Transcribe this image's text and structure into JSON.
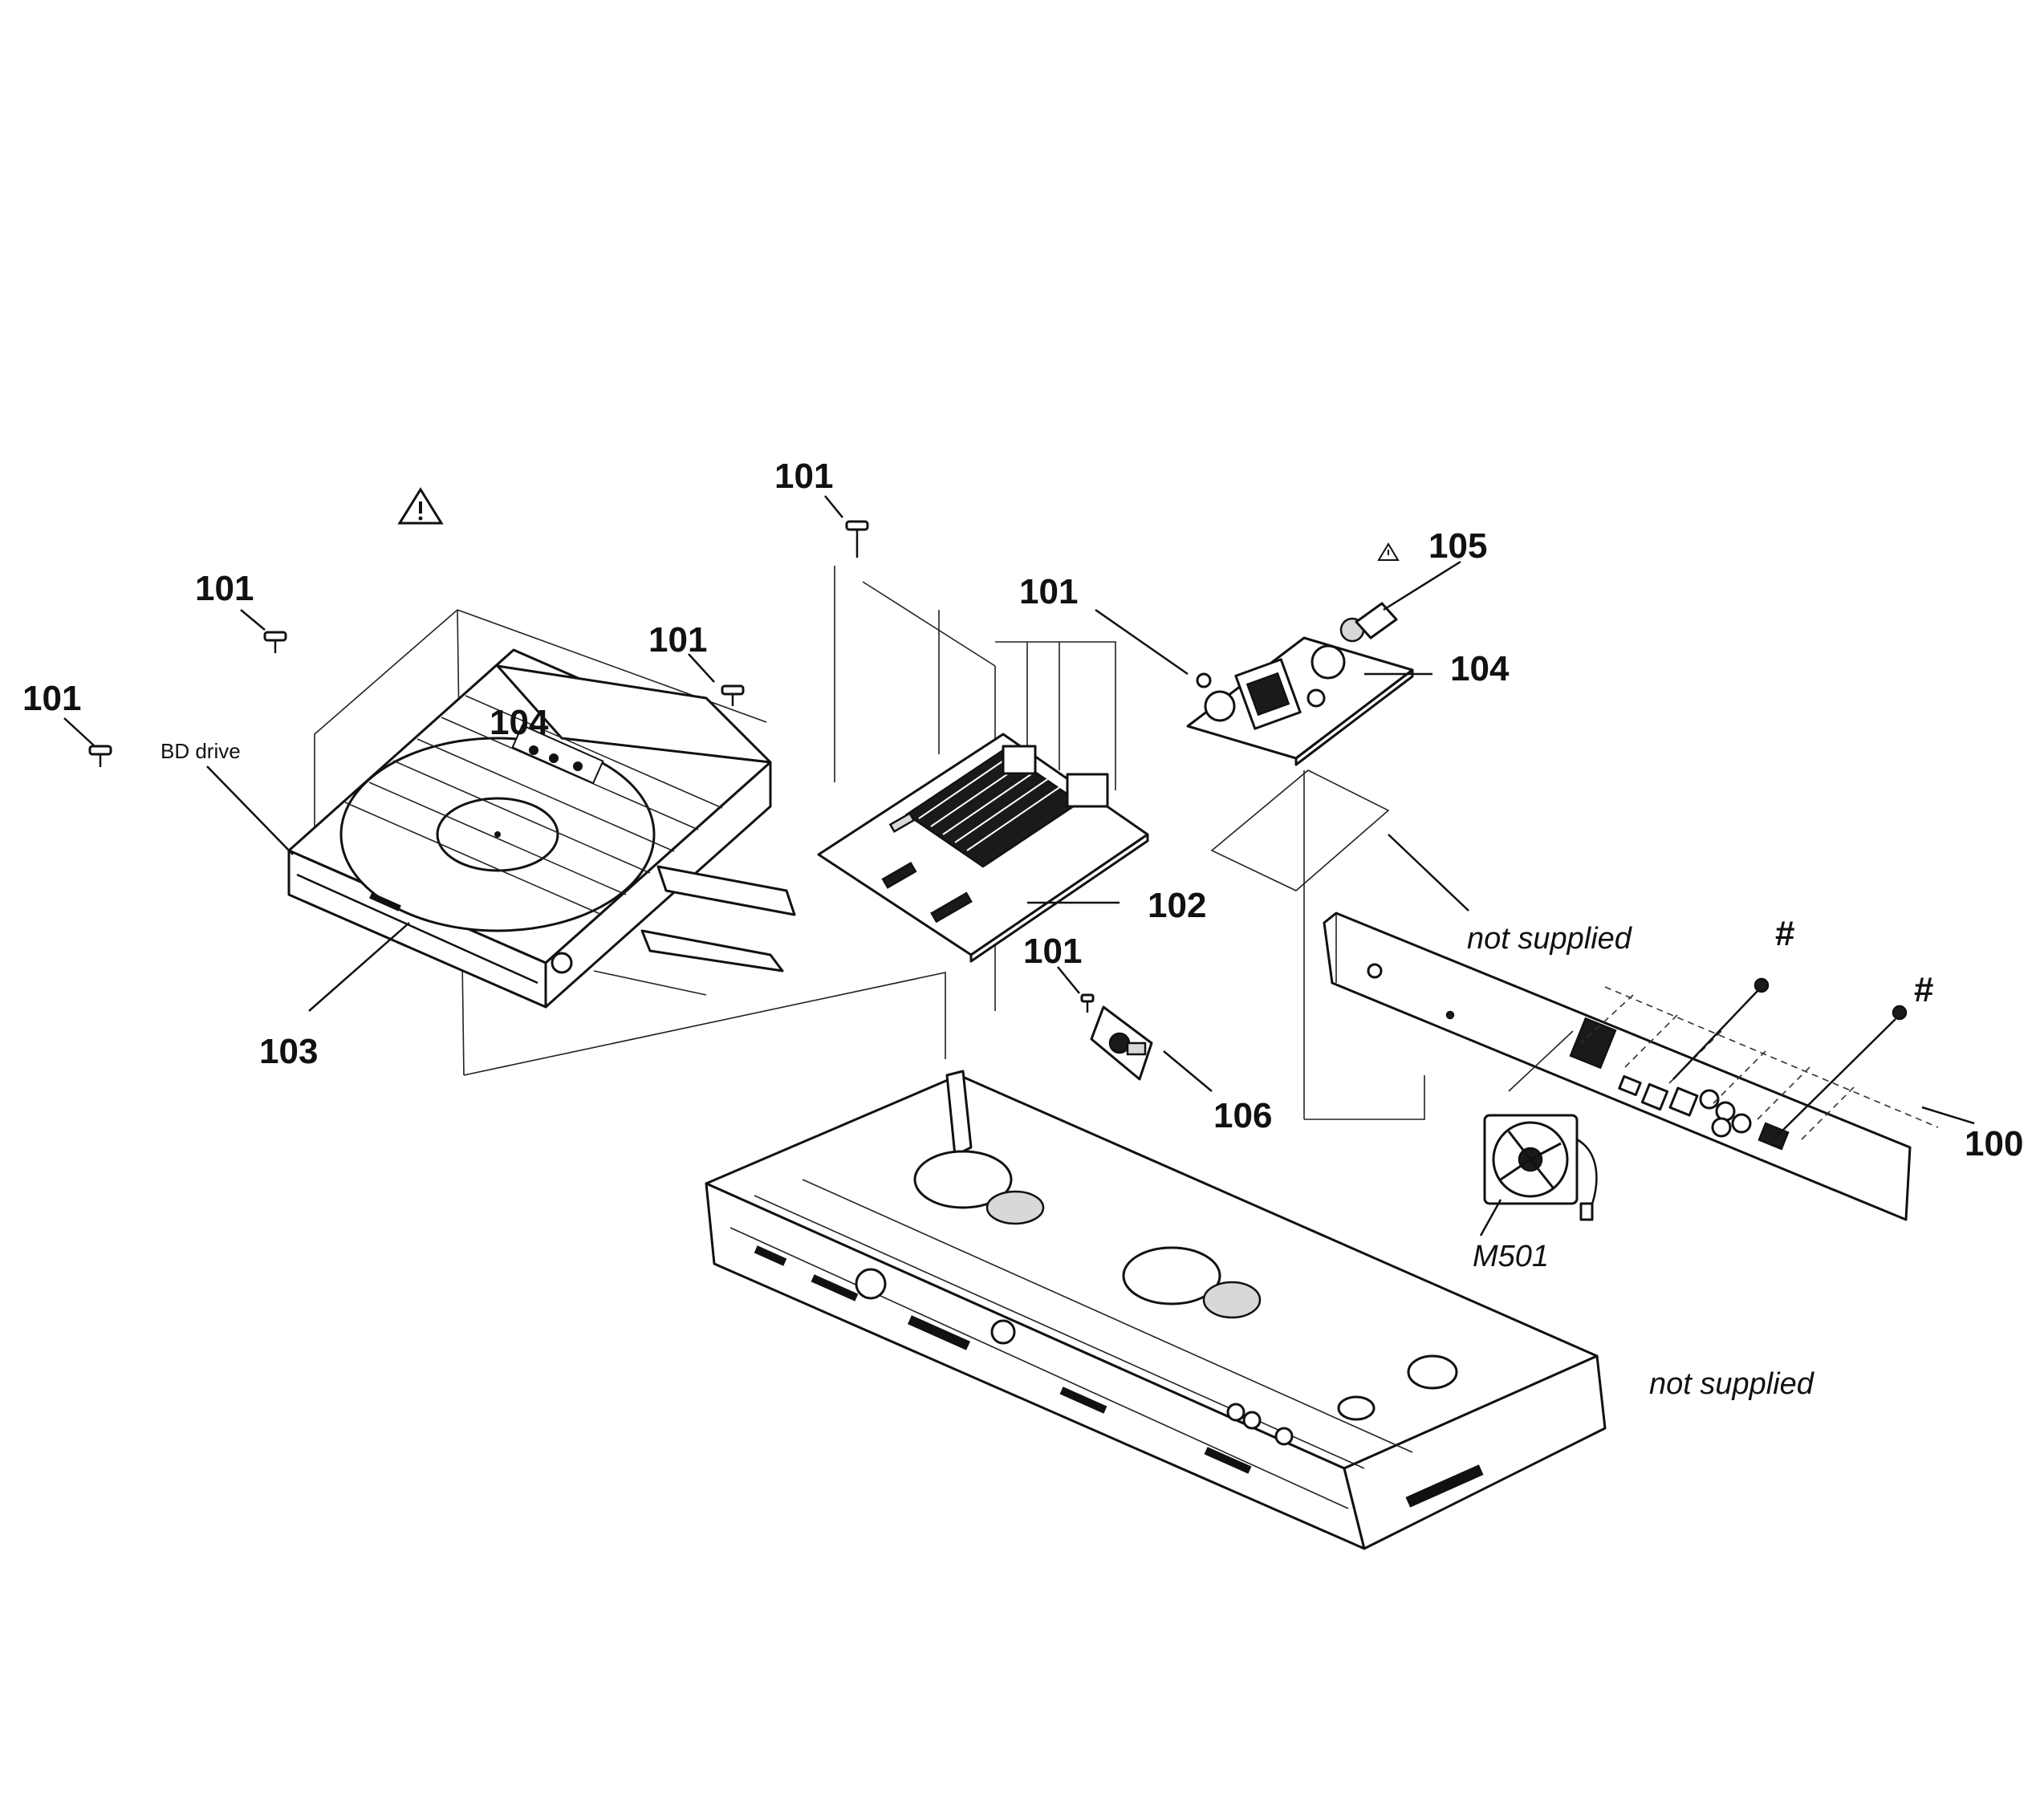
{
  "diagram": {
    "callouts": {
      "screw_a": "101",
      "screw_b": "101",
      "screw_c": "101",
      "screw_d": "101",
      "screw_e": "101",
      "screw_f": "101",
      "rear_panel": "100",
      "main_board": "102",
      "bd_drive_part": "103",
      "power_board": "104",
      "drive_board": "104",
      "power_switch": "105",
      "small_board": "106",
      "fan": "M501",
      "hash_a": "#",
      "hash_b": "#"
    },
    "notes": {
      "bd_drive": "BD drive",
      "not_supplied_sheet": "not supplied",
      "not_supplied_chassis": "not supplied"
    },
    "symbols": {
      "warning_main": "warning-triangle-icon",
      "warning_power": "warning-triangle-icon"
    }
  }
}
